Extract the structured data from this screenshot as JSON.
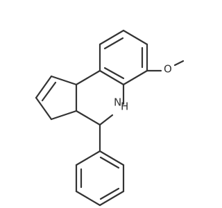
{
  "labels": {
    "nitrogen": "N",
    "hydrogen": "H",
    "oxygen": "O"
  },
  "colors": {
    "bond": "#333333",
    "label": "#333333",
    "background": "#ffffff"
  }
}
